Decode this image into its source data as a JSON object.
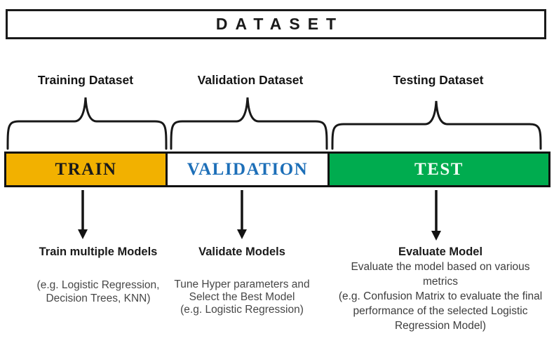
{
  "title": {
    "label": "DATASET"
  },
  "columns": [
    {
      "header": "Training Dataset",
      "segment_label": "TRAIN",
      "result_title": "Train multiple Models",
      "detail_lines": [
        "(e.g. Logistic Regression,",
        "Decision Trees, KNN)"
      ]
    },
    {
      "header": "Validation Dataset",
      "segment_label": "VALIDATION",
      "result_title": "Validate Models",
      "detail_lines": [
        "Tune Hyper parameters and",
        "Select the Best Model",
        "(e.g. Logistic Regression)"
      ]
    },
    {
      "header": "Testing Dataset",
      "segment_label": "TEST",
      "result_title": "Evaluate Model",
      "detail_lines": [
        "Evaluate the model based on various",
        "metrics",
        "(e.g. Confusion Matrix to evaluate the final",
        "performance of the selected Logistic",
        "Regression Model)"
      ]
    }
  ],
  "colors": {
    "train_bg": "#F2B100",
    "train_text": "#1A1A1A",
    "validation_bg": "#FFFFFF",
    "validation_text": "#1D6FB8",
    "test_bg": "#00AC4F",
    "test_text": "#F2FDF5",
    "outline": "#111111",
    "detail_text": "#474747"
  }
}
